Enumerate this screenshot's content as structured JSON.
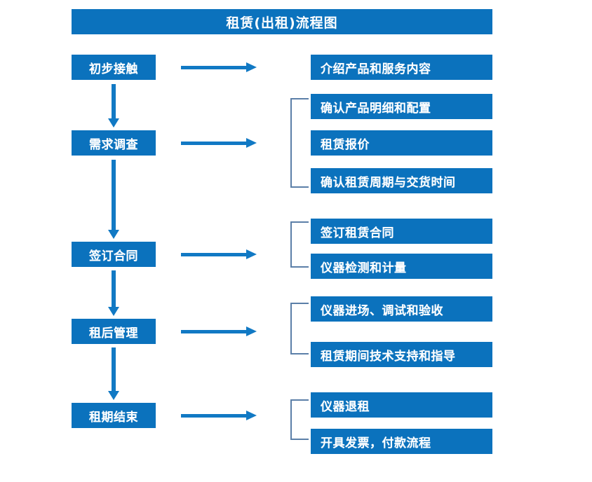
{
  "diagram": {
    "title": "租赁(出租)流程图",
    "stages": [
      {
        "id": "stage-1",
        "label": "初步接触"
      },
      {
        "id": "stage-2",
        "label": "需求调查"
      },
      {
        "id": "stage-3",
        "label": "签订合同"
      },
      {
        "id": "stage-4",
        "label": "租后管理"
      },
      {
        "id": "stage-5",
        "label": "租期结束"
      }
    ],
    "details": [
      {
        "id": "detail-1-1",
        "label": "介绍产品和服务内容"
      },
      {
        "id": "detail-2-1",
        "label": "确认产品明细和配置"
      },
      {
        "id": "detail-2-2",
        "label": "租赁报价"
      },
      {
        "id": "detail-2-3",
        "label": "确认租赁周期与交货时间"
      },
      {
        "id": "detail-3-1",
        "label": "签订租赁合同"
      },
      {
        "id": "detail-3-2",
        "label": "仪器检测和计量"
      },
      {
        "id": "detail-4-1",
        "label": "仪器进场、调试和验收"
      },
      {
        "id": "detail-4-2",
        "label": "租赁期间技术支持和指导"
      },
      {
        "id": "detail-5-1",
        "label": "仪器退租"
      },
      {
        "id": "detail-5-2",
        "label": "开具发票，付款流程"
      }
    ],
    "groups": [
      {
        "id": "group-2",
        "members": [
          "确认产品明细和配置",
          "租赁报价",
          "确认租赁周期与交货时间"
        ]
      },
      {
        "id": "group-3",
        "members": [
          "签订租赁合同",
          "仪器检测和计量"
        ]
      },
      {
        "id": "group-4",
        "members": [
          "仪器进场、调试和验收",
          "租赁期间技术支持和指导"
        ]
      },
      {
        "id": "group-5",
        "members": [
          "仪器退租",
          "开具发票，付款流程"
        ]
      }
    ],
    "colors": {
      "box_fill": "#0b72bd",
      "box_text": "#ffffff",
      "arrow": "#1179c4",
      "bracket": "#5b7fa8",
      "background": "#ffffff"
    }
  }
}
